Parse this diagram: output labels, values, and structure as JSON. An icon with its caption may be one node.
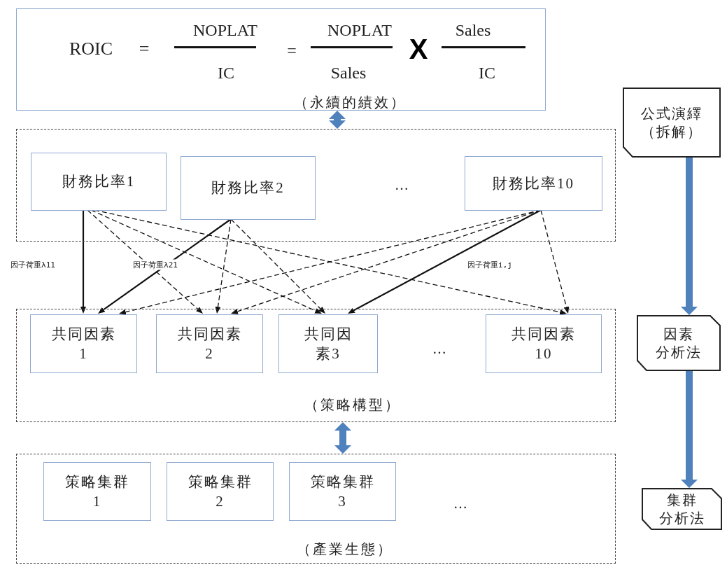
{
  "diagram": {
    "nodes": [
      {
        "text": [
          "ROIC",
          "=",
          "NOPLAT",
          "IC",
          "=",
          "NOPLAT",
          "Sales",
          "X",
          "Sales",
          "IC",
          "（永續的績效）"
        ]
      },
      {
        "text": [
          "…"
        ]
      },
      {
        "text": [
          "財務比率1"
        ],
        "in": 1
      },
      {
        "text": [
          "財務比率2"
        ],
        "in": 1
      },
      {
        "text": [
          "財務比率10"
        ],
        "in": 1
      },
      {
        "text": [
          "…",
          "（策略構型）"
        ]
      },
      {
        "text": [
          "共同因素1"
        ],
        "in": 5
      },
      {
        "text": [
          "共同因素2"
        ],
        "in": 5
      },
      {
        "text": [
          "共同因素3"
        ],
        "in": 5
      },
      {
        "text": [
          "共同因素10"
        ],
        "in": 5
      },
      {
        "text": [
          "…",
          "（產業生態）"
        ]
      },
      {
        "text": [
          "策略集群1"
        ],
        "in": 10
      },
      {
        "text": [
          "策略集群2"
        ],
        "in": 10
      },
      {
        "text": [
          "策略集群3"
        ],
        "in": 10
      },
      {
        "text": [
          "公式演繹",
          "（拆解）"
        ]
      },
      {
        "text": [
          "因素",
          "分析法"
        ]
      },
      {
        "text": [
          "集群",
          "分析法"
        ]
      }
    ],
    "edges": [
      {
        "from": 0,
        "to": 1,
        "arrow": "both",
        "style": "thick",
        "color": "#4f81bd"
      },
      {
        "from": 5,
        "to": 10,
        "arrow": "both",
        "style": "thick",
        "color": "#4f81bd"
      },
      {
        "from": 14,
        "to": 15,
        "arrow": "to",
        "style": "thick",
        "color": "#4f81bd"
      },
      {
        "from": 15,
        "to": 16,
        "arrow": "to",
        "style": "thick",
        "color": "#4f81bd"
      },
      {
        "from": 2,
        "to": 6,
        "arrow": "to",
        "label": "因子荷重λ11"
      },
      {
        "from": 2,
        "to": 7,
        "arrow": "to",
        "style": "dashed"
      },
      {
        "from": 2,
        "to": 8,
        "arrow": "to",
        "style": "dashed"
      },
      {
        "from": 2,
        "to": 9,
        "arrow": "to",
        "style": "dashed"
      },
      {
        "from": 3,
        "to": 6,
        "arrow": "to",
        "label": "因子荷重λ21"
      },
      {
        "from": 3,
        "to": 7,
        "arrow": "to",
        "style": "dashed"
      },
      {
        "from": 3,
        "to": 8,
        "arrow": "to",
        "style": "dashed"
      },
      {
        "from": 4,
        "to": 6,
        "arrow": "to",
        "style": "dashed"
      },
      {
        "from": 4,
        "to": 7,
        "arrow": "to",
        "style": "dashed"
      },
      {
        "from": 4,
        "to": 8,
        "arrow": "to",
        "label": "因子荷重i,j"
      },
      {
        "from": 4,
        "to": 9,
        "arrow": "to",
        "style": "dashed"
      }
    ]
  }
}
